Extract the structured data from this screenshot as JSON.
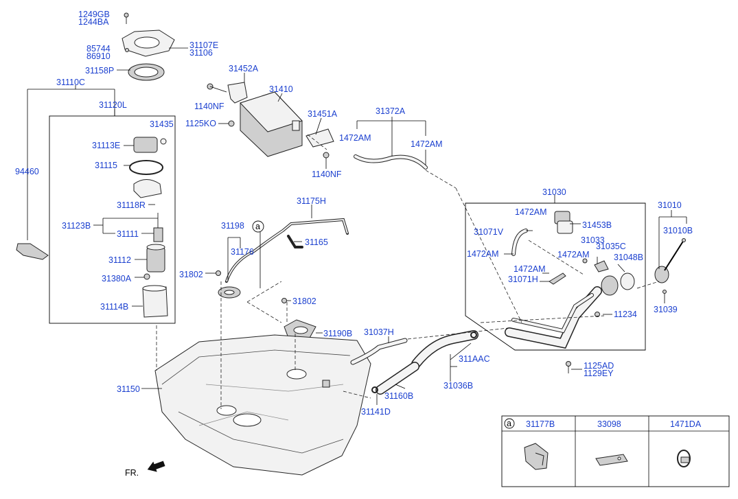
{
  "labels": {
    "p1249GB": "1249GB",
    "p1244BA": "1244BA",
    "p31107E": "31107E",
    "p31106": "31106",
    "p85744": "85744",
    "p86910": "86910",
    "p31158P": "31158P",
    "p31110C": "31110C",
    "p31120L": "31120L",
    "p31435": "31435",
    "p31113E": "31113E",
    "p31115": "31115",
    "p94460": "94460",
    "p31118R": "31118R",
    "p31123B": "31123B",
    "p31111": "31111",
    "p31112": "31112",
    "p31380A": "31380A",
    "p31114B": "31114B",
    "p31452A": "31452A",
    "p31410": "31410",
    "p1140NF_a": "1140NF",
    "p31451A": "31451A",
    "p1125KO": "1125KO",
    "p1140NF_b": "1140NF",
    "p31372A": "31372A",
    "p1472AM_a": "1472AM",
    "p1472AM_b": "1472AM",
    "p31175H": "31175H",
    "p31198": "31198",
    "p31176": "31176",
    "p31165": "31165",
    "p31802_a": "31802",
    "p31802_b": "31802",
    "p31190B": "31190B",
    "p31030": "31030",
    "p1472AM_c": "1472AM",
    "p31071V": "31071V",
    "p31453B": "31453B",
    "p1472AM_d": "1472AM",
    "p31033": "31033",
    "p31035C": "31035C",
    "p1472AM_e": "1472AM",
    "p31048B": "31048B",
    "p1472AM_f": "1472AM",
    "p31071H": "31071H",
    "p31010": "31010",
    "p31010B": "31010B",
    "p31039": "31039",
    "p11234": "11234",
    "p31037H": "31037H",
    "p311AAC": "311AAC",
    "p31036B": "31036B",
    "p31160B": "31160B",
    "p31141D": "31141D",
    "p31150": "31150",
    "p1125AD": "1125AD",
    "p1129EY": "1129EY",
    "fr": "FR.",
    "circle_a": "a"
  },
  "legend_table": {
    "marker": "a",
    "headers": [
      "31177B",
      "33098",
      "1471DA"
    ]
  }
}
